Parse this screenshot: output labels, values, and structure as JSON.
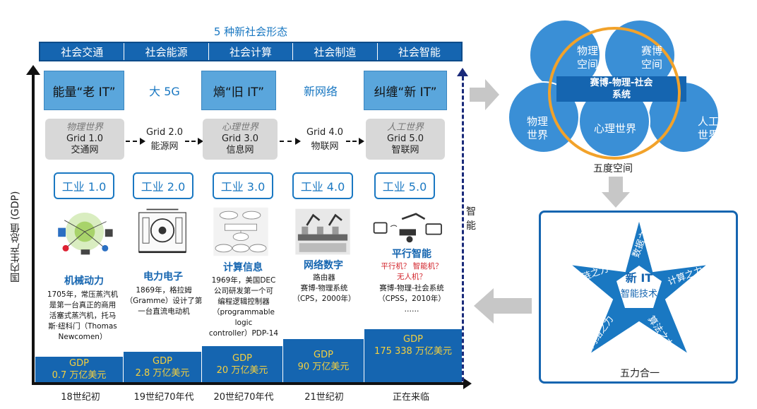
{
  "header": {
    "title": "5 种新社会形态",
    "eras": [
      "社会交通",
      "社会能源",
      "社会计算",
      "社会制造",
      "社会智能"
    ]
  },
  "axes": {
    "y_label": "国内生产总值 (GDP)",
    "dashed_label": "智能"
  },
  "it_row": [
    "能量“老 IT”",
    "大 5G",
    "熵“旧 IT”",
    "新网络",
    "纠缠“新 IT”"
  ],
  "grid_row": [
    {
      "italic": "物理世界",
      "grid": "Grid 1.0",
      "net": "交通网"
    },
    {
      "italic": "",
      "grid": "Grid 2.0",
      "net": "能源网"
    },
    {
      "italic": "心理世界",
      "grid": "Grid 3.0",
      "net": "信息网"
    },
    {
      "italic": "",
      "grid": "Grid 4.0",
      "net": "物联网"
    },
    {
      "italic": "人工世界",
      "grid": "Grid 5.0",
      "net": "智联网"
    }
  ],
  "industry_row": [
    "工业 1.0",
    "工业 2.0",
    "工业 3.0",
    "工业 4.0",
    "工业 5.0"
  ],
  "era_details": [
    {
      "name": "机械动力",
      "desc": [
        "1705年，常压蒸汽机",
        "是第一台真正的商用",
        "活塞式蒸汽机，托马",
        "斯·纽科门（Thomas",
        "Newcomen）"
      ]
    },
    {
      "name": "电力电子",
      "desc": [
        "1869年，格拉姆",
        "（Gramme）设计了第",
        "一台直流电动机"
      ]
    },
    {
      "name": "计算信息",
      "desc": [
        "1969年，美国DEC",
        "公司研发第一个可",
        "编程逻辑控制器",
        "（programmable logic",
        "controller）PDP-14"
      ]
    },
    {
      "name": "网络数字",
      "desc": [
        "路由器",
        "赛博-物理系统",
        "（CPS，2000年）"
      ]
    },
    {
      "name": "平行智能",
      "sub": [
        "平行机？ 智能机？",
        "无人机？"
      ],
      "desc": [
        "赛博-物理-社会系统",
        "（CPSS，2010年）",
        "……"
      ]
    }
  ],
  "gdp": [
    {
      "label": "GDP",
      "value": "0.7 万亿美元"
    },
    {
      "label": "GDP",
      "value": "2.8 万亿美元"
    },
    {
      "label": "GDP",
      "value": "20 万亿美元"
    },
    {
      "label": "GDP",
      "value": "90 万亿美元"
    },
    {
      "label": "GDP",
      "value": "175 338 万亿美元"
    }
  ],
  "timeline": [
    "18世纪初",
    "19世纪70年代",
    "20世纪70年代",
    "21世纪初",
    "正在来临"
  ],
  "five_space": {
    "circles": {
      "top_left": [
        "物理",
        "空间"
      ],
      "top_right": [
        "赛博",
        "空间"
      ],
      "left": [
        "物理",
        "世界"
      ],
      "right": [
        "人工",
        "世界"
      ],
      "center": "心理世界"
    },
    "banner": [
      "赛博-物理-社会",
      "系统"
    ],
    "caption": "五度空间"
  },
  "five_forces": {
    "center_title": "新 IT",
    "center_sub": "智能技术",
    "forces": [
      "数据之力",
      "计算之力",
      "算法之力",
      "网络之力",
      "区块链之力"
    ],
    "caption": "五力合一"
  },
  "colors": {
    "primary_blue": "#1565b0",
    "light_blue": "#5aa6dc",
    "circle_blue": "#3a8fd6",
    "orange_ring": "#f2a22a",
    "gdp_text": "#f4d03f"
  }
}
